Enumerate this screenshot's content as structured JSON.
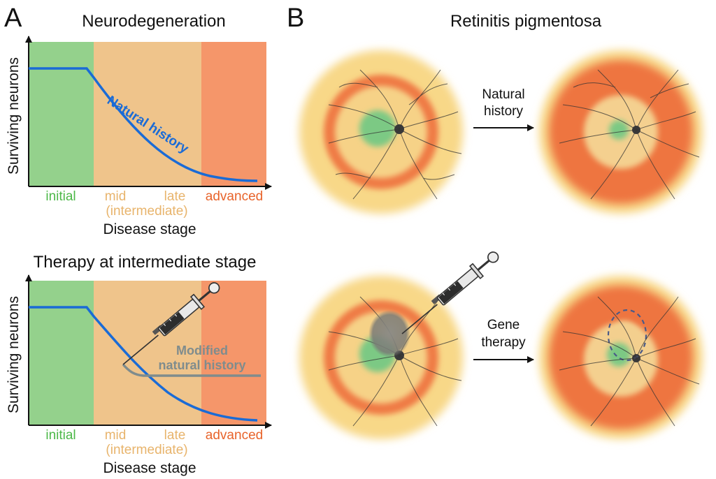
{
  "panel_a": {
    "letter": "A",
    "chart1": {
      "title": "Neurodegeneration",
      "ylabel": "Surviving neurons",
      "xlabel": "Disease stage",
      "curve_label": "Natural history"
    },
    "chart2": {
      "title": "Therapy at intermediate stage",
      "ylabel": "Surviving neurons",
      "xlabel": "Disease stage",
      "modified_label_1": "Modified",
      "modified_label_2": "natural history"
    },
    "stages": {
      "initial": "initial",
      "mid": "mid",
      "late": "late",
      "intermediate": "(intermediate)",
      "advanced": "advanced"
    }
  },
  "panel_b": {
    "letter": "B",
    "title": "Retinitis pigmentosa",
    "top_arrow_1": "Natural",
    "top_arrow_2": "history",
    "bottom_arrow_1": "Gene",
    "bottom_arrow_2": "therapy"
  },
  "colors": {
    "initial": "#94d18c",
    "intermediate": "#efc48b",
    "advanced": "#f5966a",
    "curve": "#1a6bd6",
    "modified": "#7f8c8d",
    "initial_text": "#4cb848",
    "intermediate_text": "#e8b46c",
    "advanced_text": "#e8632a"
  }
}
